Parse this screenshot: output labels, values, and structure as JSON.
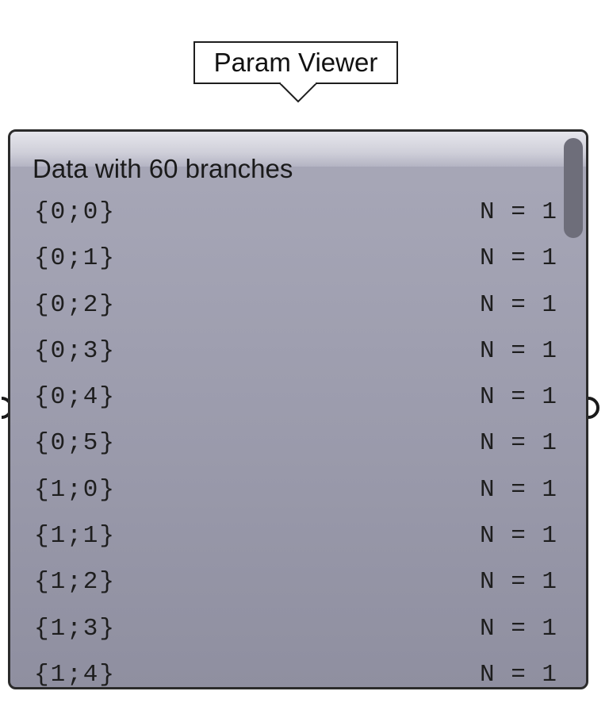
{
  "tooltip": {
    "label": "Param Viewer"
  },
  "component": {
    "title": "Data with 60 branches",
    "rows": [
      {
        "path": "{0;0}",
        "count": "N = 1"
      },
      {
        "path": "{0;1}",
        "count": "N = 1"
      },
      {
        "path": "{0;2}",
        "count": "N = 1"
      },
      {
        "path": "{0;3}",
        "count": "N = 1"
      },
      {
        "path": "{0;4}",
        "count": "N = 1"
      },
      {
        "path": "{0;5}",
        "count": "N = 1"
      },
      {
        "path": "{1;0}",
        "count": "N = 1"
      },
      {
        "path": "{1;1}",
        "count": "N = 1"
      },
      {
        "path": "{1;2}",
        "count": "N = 1"
      },
      {
        "path": "{1;3}",
        "count": "N = 1"
      },
      {
        "path": "{1;4}",
        "count": "N = 1"
      }
    ]
  },
  "colors": {
    "panel_top": "#a8a8b8",
    "panel_bottom": "#8f8fa0",
    "border": "#2b2b2b",
    "scrollbar": "#6e6e7a"
  }
}
